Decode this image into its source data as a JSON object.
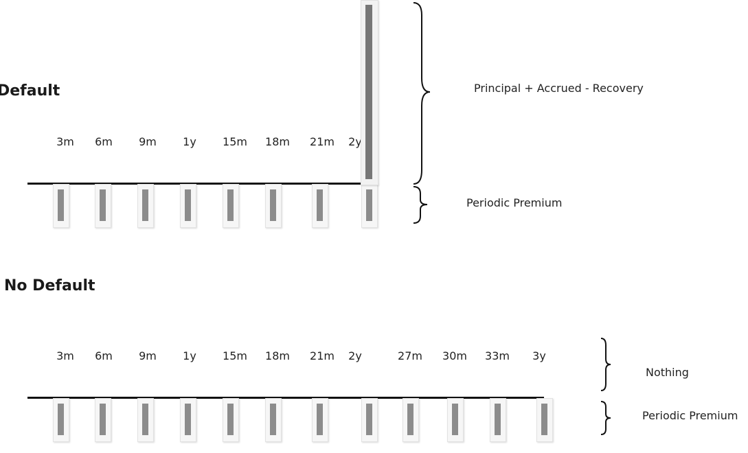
{
  "default_section": {
    "title": "Default",
    "ticks": [
      "3m",
      "6m",
      "9m",
      "1y",
      "15m",
      "18m",
      "21m",
      "2y"
    ],
    "default_payment_label": "Principal + Accrued - Recovery",
    "premium_label": "Periodic Premium"
  },
  "no_default_section": {
    "title": "No Default",
    "ticks": [
      "3m",
      "6m",
      "9m",
      "1y",
      "15m",
      "18m",
      "21m",
      "2y",
      "27m",
      "30m",
      "33m",
      "3y"
    ],
    "nothing_label": "Nothing",
    "premium_label": "Periodic Premium"
  }
}
